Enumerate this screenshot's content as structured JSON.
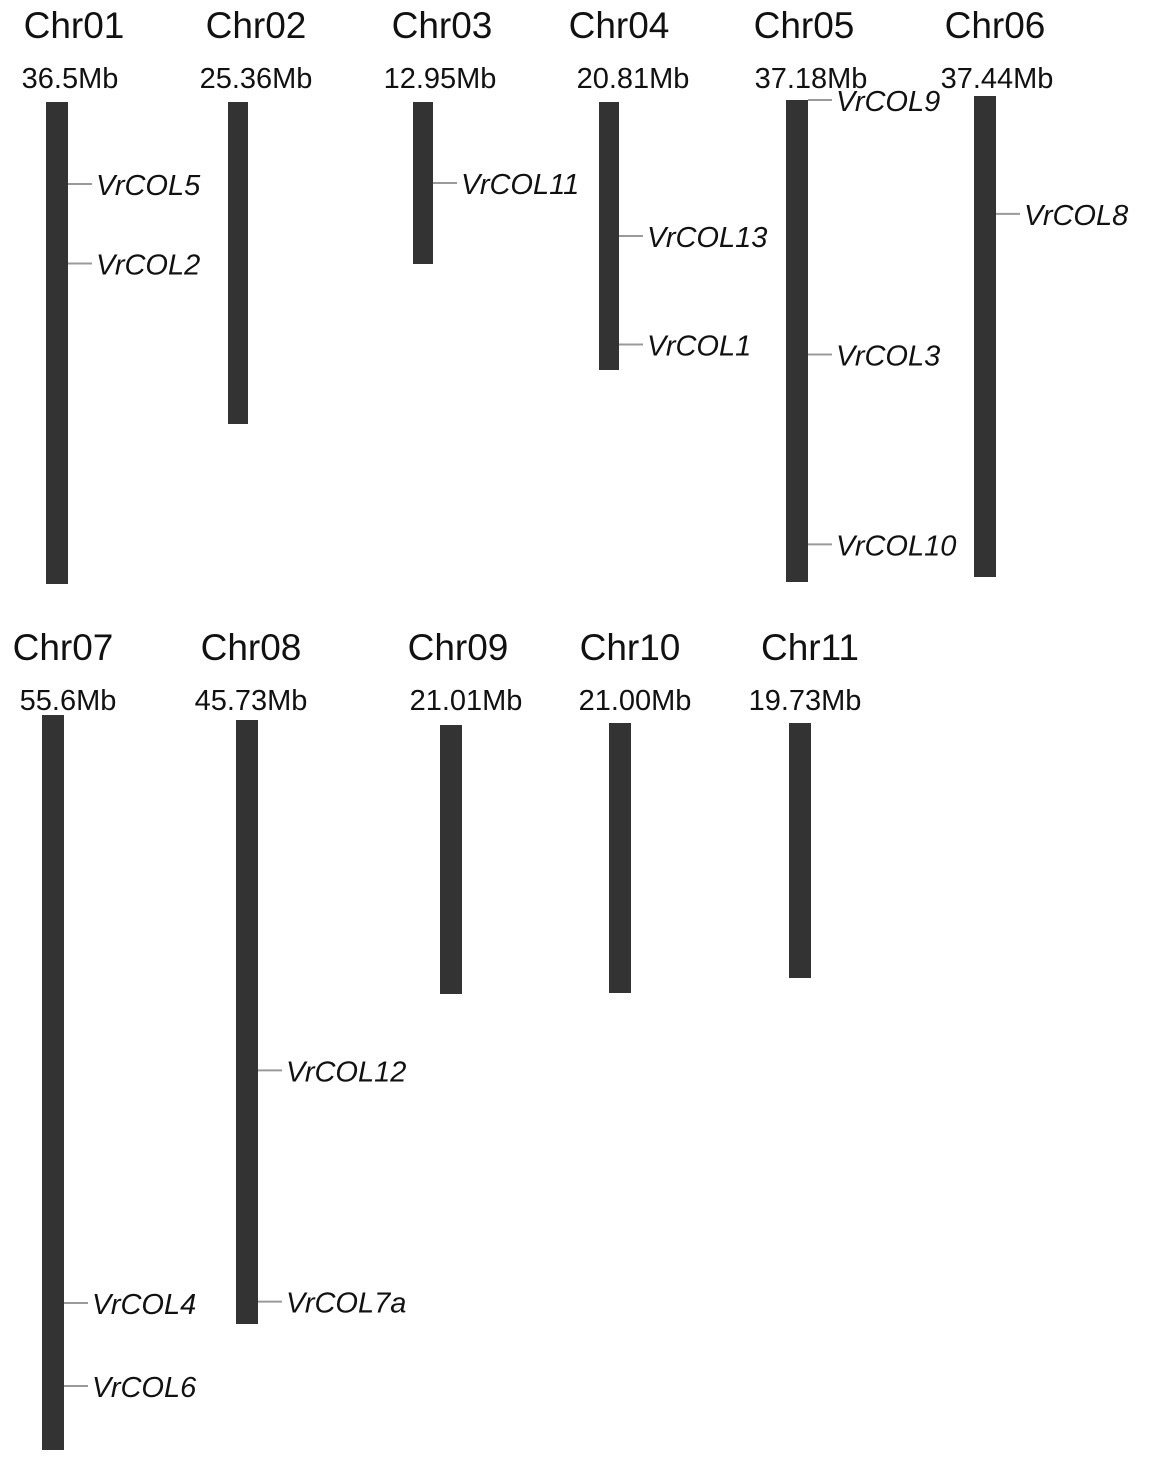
{
  "colors": {
    "chromosome": "#333333",
    "tick": "#9a9a9a",
    "text": "#111111"
  },
  "chromosomes": [
    {
      "name": "Chr01",
      "size": "36.5Mb",
      "genes": [
        {
          "label": "VrCOL5",
          "frac": 0.17
        },
        {
          "label": "VrCOL2",
          "frac": 0.335
        }
      ]
    },
    {
      "name": "Chr02",
      "size": "25.36Mb",
      "genes": []
    },
    {
      "name": "Chr03",
      "size": "12.95Mb",
      "genes": [
        {
          "label": "VrCOL11",
          "frac": 0.5
        }
      ]
    },
    {
      "name": "Chr04",
      "size": "20.81Mb",
      "genes": [
        {
          "label": "VrCOL13",
          "frac": 0.5
        },
        {
          "label": "VrCOL1",
          "frac": 0.905
        }
      ]
    },
    {
      "name": "Chr05",
      "size": "37.18Mb",
      "genes": [
        {
          "label": "VrCOL9",
          "frac": 0.0
        },
        {
          "label": "VrCOL3",
          "frac": 0.528
        },
        {
          "label": "VrCOL10",
          "frac": 0.922
        }
      ]
    },
    {
      "name": "Chr06",
      "size": "37.44Mb",
      "genes": [
        {
          "label": "VrCOL8",
          "frac": 0.245
        }
      ]
    },
    {
      "name": "Chr07",
      "size": "55.6Mb",
      "genes": [
        {
          "label": "VrCOL4",
          "frac": 0.8
        },
        {
          "label": "VrCOL6",
          "frac": 0.913
        }
      ]
    },
    {
      "name": "Chr08",
      "size": "45.73Mb",
      "genes": [
        {
          "label": "VrCOL12",
          "frac": 0.58
        },
        {
          "label": "VrCOL7a",
          "frac": 0.963
        }
      ]
    },
    {
      "name": "Chr09",
      "size": "21.01Mb",
      "genes": []
    },
    {
      "name": "Chr10",
      "size": "21.00Mb",
      "genes": []
    },
    {
      "name": "Chr11",
      "size": "19.73Mb",
      "genes": []
    }
  ]
}
